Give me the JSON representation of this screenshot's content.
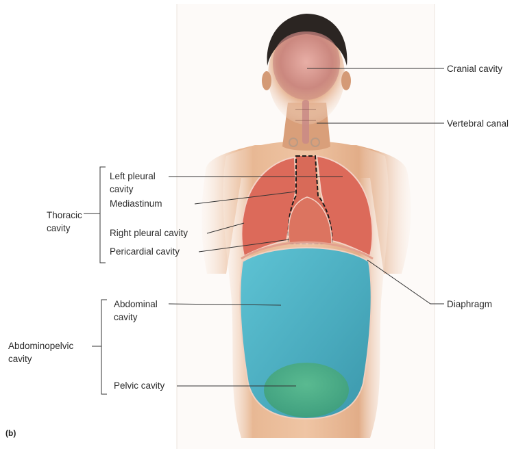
{
  "figure": {
    "panel_label": "(b)",
    "labels": {
      "cranial": "Cranial cavity",
      "vertebral": "Vertebral canal",
      "left_pleural_1": "Left pleural",
      "left_pleural_2": "cavity",
      "mediastinum": "Mediastinum",
      "thoracic_1": "Thoracic",
      "thoracic_2": "cavity",
      "right_pleural": "Right pleural cavity",
      "pericardial": "Pericardial cavity",
      "diaphragm": "Diaphragm",
      "abdominal_1": "Abdominal",
      "abdominal_2": "cavity",
      "abdominopelvic_1": "Abdominopelvic",
      "abdominopelvic_2": "cavity",
      "pelvic": "Pelvic cavity"
    }
  },
  "colors": {
    "skin": "#e6b28e",
    "skin_shadow": "#c98a62",
    "hair": "#2b2522",
    "cranial": "#c47a78",
    "lungs": "#dc6a5a",
    "heart": "#d86a58",
    "abdominal": "#4fb2c4",
    "pelvic": "#4fae82",
    "leader_line": "#333333"
  }
}
